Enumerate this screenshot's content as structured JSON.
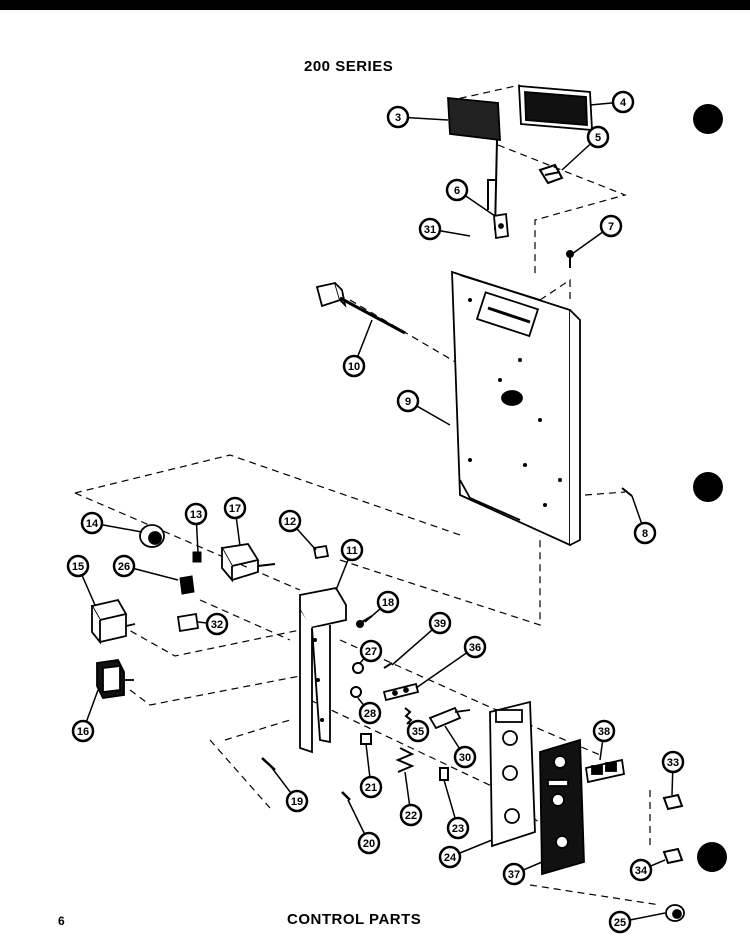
{
  "header": {
    "title": "200 SERIES"
  },
  "footer": {
    "page_number": "6",
    "title": "CONTROL PARTS"
  },
  "callouts": [
    {
      "label": "3"
    },
    {
      "label": "4"
    },
    {
      "label": "5"
    },
    {
      "label": "6"
    },
    {
      "label": "31"
    },
    {
      "label": "7"
    },
    {
      "label": "10"
    },
    {
      "label": "9"
    },
    {
      "label": "8"
    },
    {
      "label": "14"
    },
    {
      "label": "13"
    },
    {
      "label": "17"
    },
    {
      "label": "12"
    },
    {
      "label": "11"
    },
    {
      "label": "15"
    },
    {
      "label": "26"
    },
    {
      "label": "32"
    },
    {
      "label": "18"
    },
    {
      "label": "27"
    },
    {
      "label": "39"
    },
    {
      "label": "36"
    },
    {
      "label": "16"
    },
    {
      "label": "28"
    },
    {
      "label": "35"
    },
    {
      "label": "30"
    },
    {
      "label": "38"
    },
    {
      "label": "33"
    },
    {
      "label": "19"
    },
    {
      "label": "21"
    },
    {
      "label": "22"
    },
    {
      "label": "23"
    },
    {
      "label": "20"
    },
    {
      "label": "24"
    },
    {
      "label": "37"
    },
    {
      "label": "34"
    },
    {
      "label": "25"
    }
  ],
  "colors": {
    "ink": "#000000",
    "paper": "#ffffff"
  }
}
